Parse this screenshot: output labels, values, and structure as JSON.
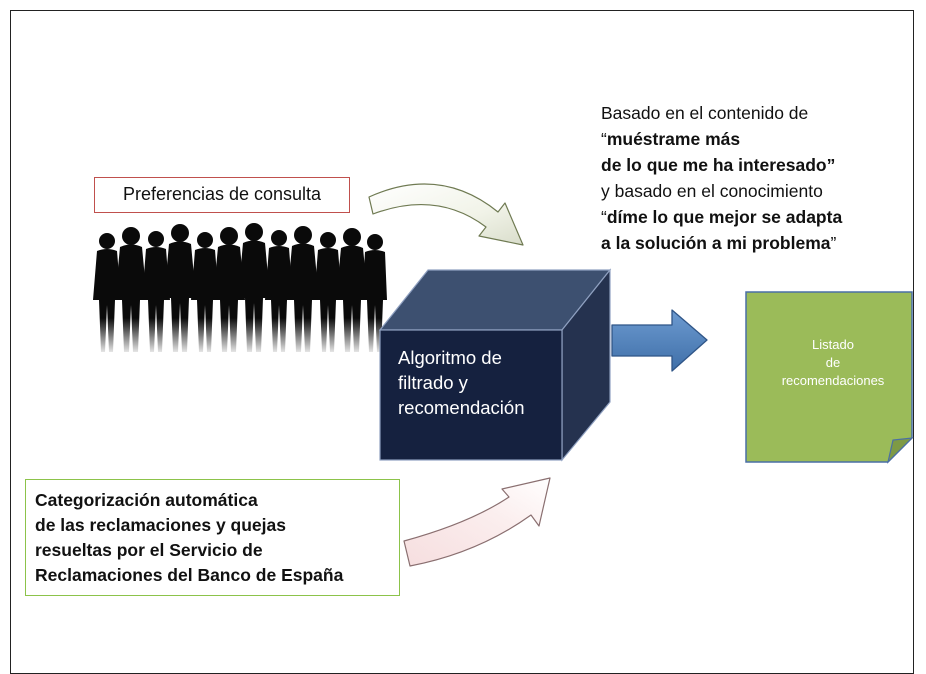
{
  "right_text": {
    "line1": "Basado en el contenido de",
    "line2_prefix": "“",
    "line2_bold": "muéstrame más",
    "line3_bold": "de lo que me ha interesado”",
    "line4": "y basado en el conocimiento",
    "line5_prefix": "“",
    "line5_bold": "díme lo que mejor se adapta",
    "line6_bold": "a  la solución a mi problema",
    "line6_suffix": "”"
  },
  "preferences": {
    "label": "Preferencias de consulta"
  },
  "categorization": {
    "line1": "Categorización automática",
    "line2": "de las reclamaciones y quejas",
    "line3": "resueltas por el Servicio de",
    "line4": "Reclamaciones del Banco de España"
  },
  "algorithm": {
    "line1": "Algoritmo de",
    "line2": "filtrado y",
    "line3": "recomendación"
  },
  "output": {
    "line1": "Listado",
    "line2": "de",
    "line3": "recomendaciones"
  },
  "icons": {
    "people": "people-silhouette-icon",
    "top_arrow": "curved-arrow-down-right-icon",
    "bottom_arrow": "curved-arrow-up-right-icon",
    "right_arrow": "block-arrow-right-icon",
    "cube": "cube-icon",
    "note": "folded-note-icon"
  },
  "colors": {
    "cube_front": "#15213f",
    "cube_top": "#3d5070",
    "cube_side": "#25324f",
    "arrow_blue": "#4f81bd",
    "note_green": "#9bbb59",
    "pref_border": "#c0504d",
    "cat_border": "#8cc34a"
  }
}
